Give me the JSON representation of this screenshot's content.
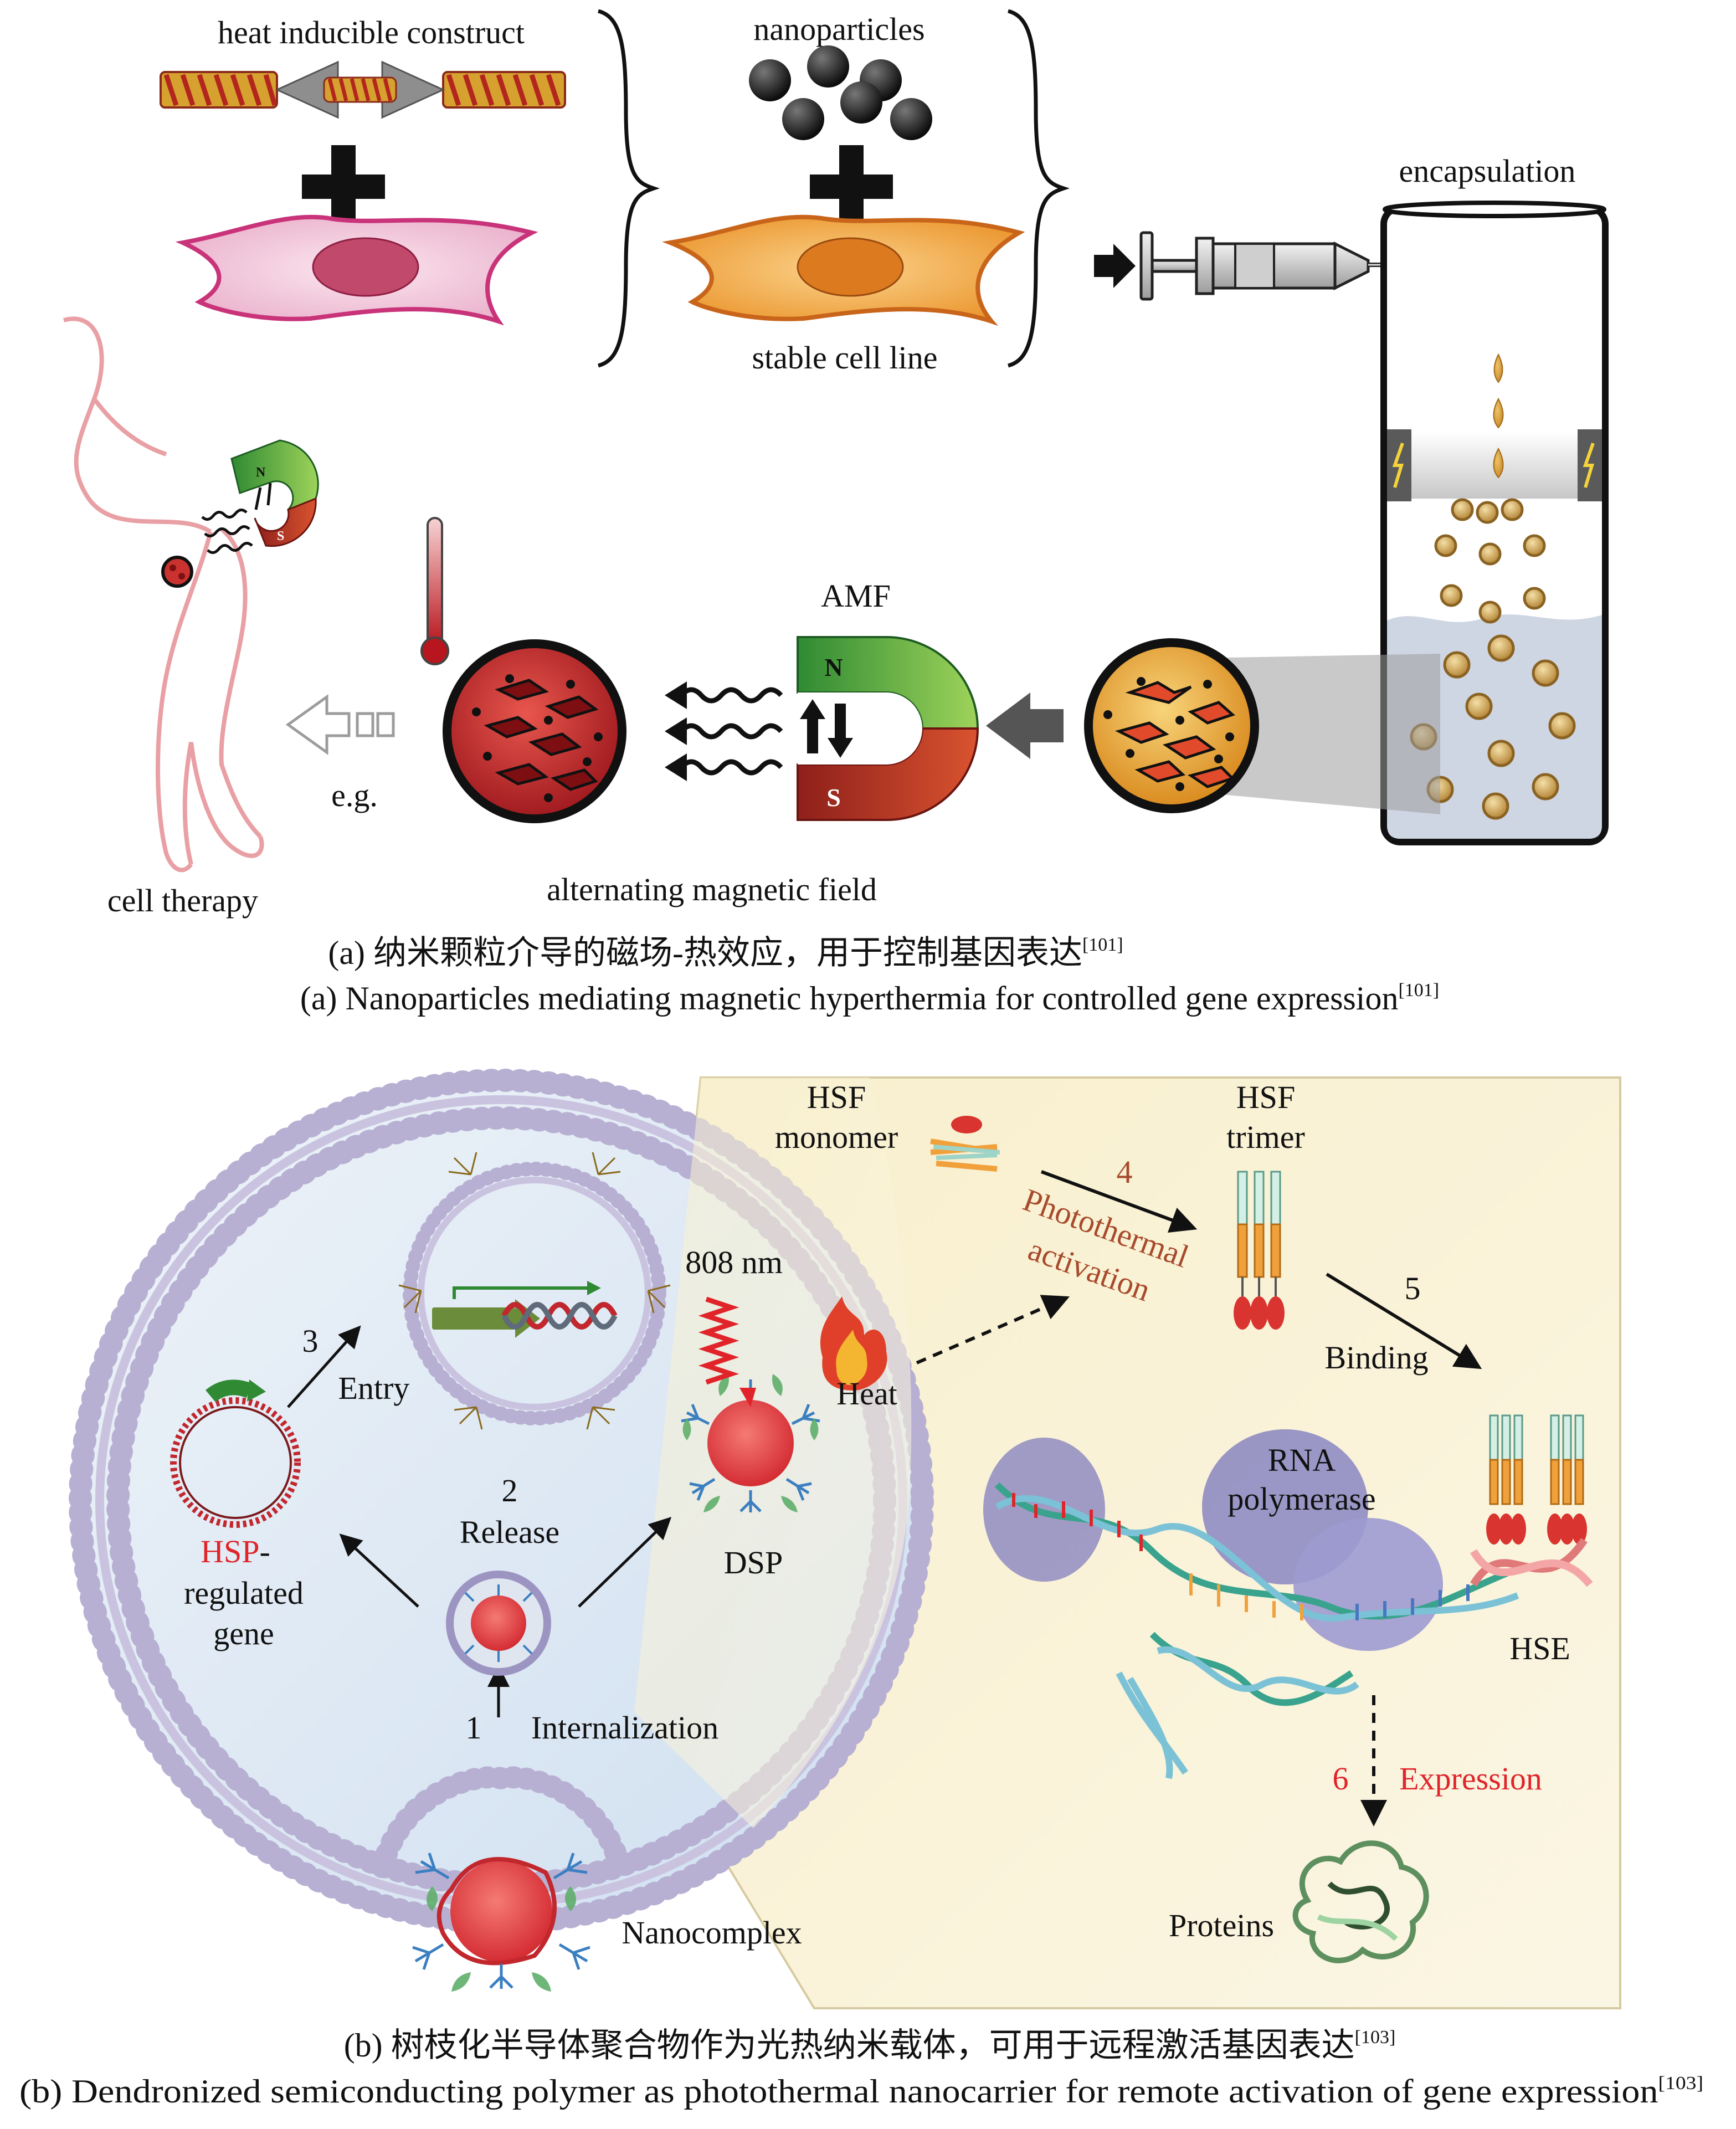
{
  "panel_a": {
    "heat_inducible_construct": "heat inducible construct",
    "nanoparticles": "nanoparticles",
    "stable_cell_line": "stable cell line",
    "encapsulation": "encapsulation",
    "amf": "AMF",
    "magnet_n": "N",
    "magnet_s": "S",
    "eg": "e.g.",
    "cell_therapy": "cell therapy",
    "alternating_magnetic_field": "alternating magnetic field",
    "caption_cn": "(a) 纳米颗粒介导的磁场-热效应，用于控制基因表达",
    "caption_cn_ref": "[101]",
    "caption_en": "(a) Nanoparticles mediating magnetic hyperthermia for controlled gene expression",
    "caption_en_ref": "[101]"
  },
  "panel_b": {
    "hsf_monomer_1": "HSF",
    "hsf_monomer_2": "monomer",
    "hsf_trimer_1": "HSF",
    "hsf_trimer_2": "trimer",
    "step4": "4",
    "photothermal": "Photothermal",
    "activation": "activation",
    "step5": "5",
    "binding": "Binding",
    "nm808": "808 nm",
    "heat": "Heat",
    "step3": "3",
    "entry": "Entry",
    "step2": "2",
    "release": "Release",
    "dsp": "DSP",
    "hsp_red": "HSP",
    "hsp_dash": "-",
    "regulated": "regulated",
    "gene": "gene",
    "step1": "1",
    "internalization": "Internalization",
    "rna": "RNA",
    "polymerase": "polymerase",
    "hse": "HSE",
    "step6": "6",
    "expression": "Expression",
    "proteins": "Proteins",
    "nanocomplex": "Nanocomplex",
    "caption_cn": "(b) 树枝化半导体聚合物作为光热纳米载体，可用于远程激活基因表达",
    "caption_cn_ref": "[103]",
    "caption_en": "(b) Dendronized semiconducting polymer as photothermal nanocarrier for remote activation of gene expression",
    "caption_en_ref": "[103]"
  },
  "colors": {
    "cell_pink": "#f4c8dc",
    "cell_orange": "#f0a13c",
    "bead_gold": "#d9a84e",
    "red_tissue": "#c1272d",
    "magnet_green": "#3d9b3a",
    "magnet_red": "#b52e23",
    "zoom_bg": "#f7ecc6",
    "label_red": "#e0242a"
  }
}
